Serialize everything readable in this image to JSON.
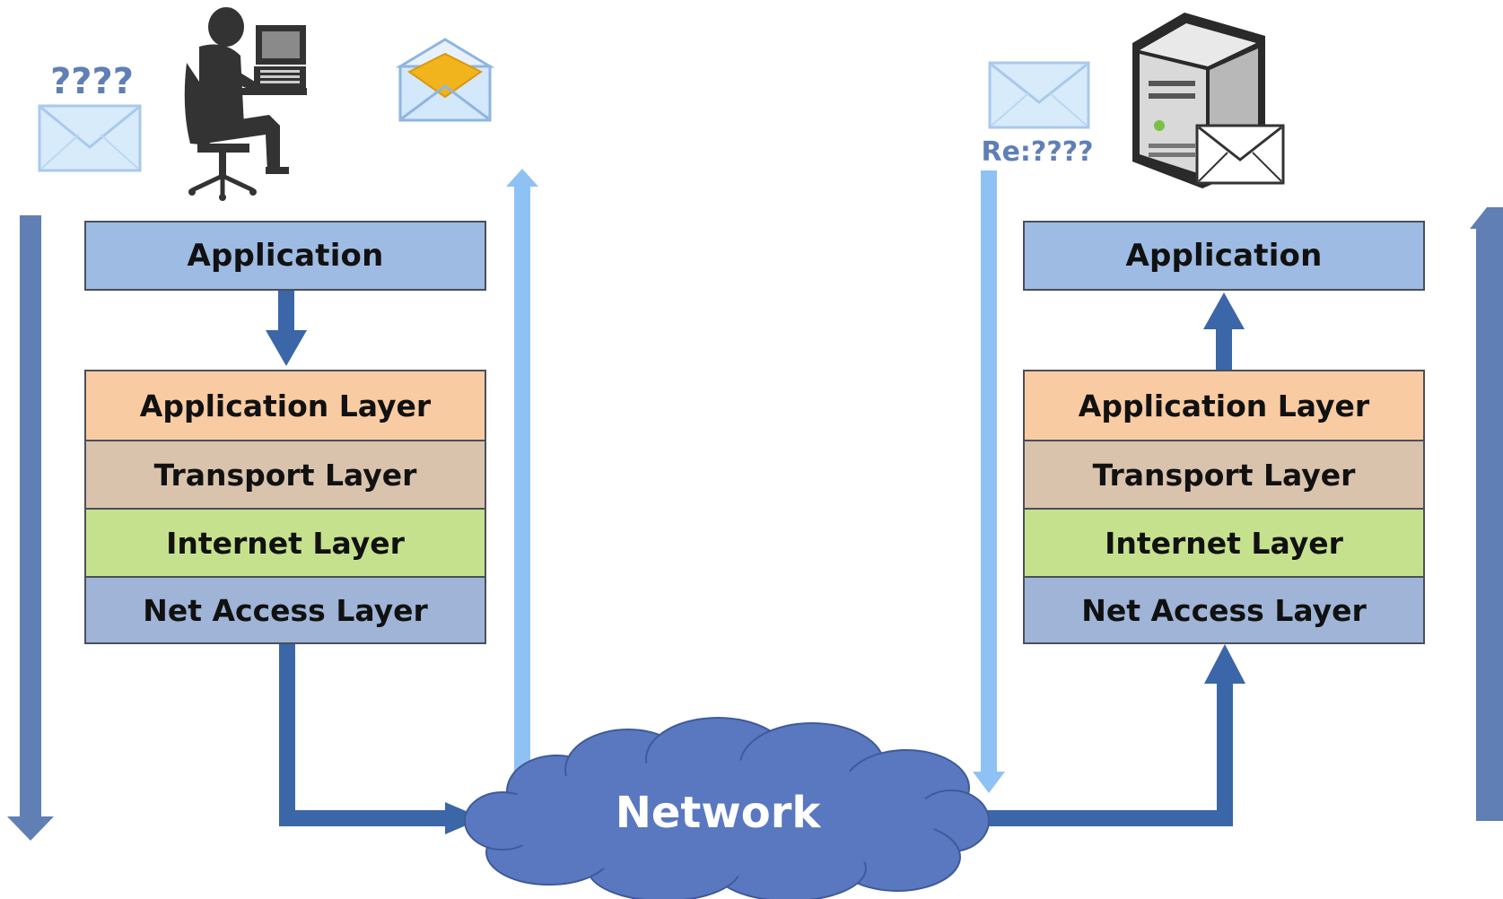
{
  "left_stack": {
    "app_box": "Application",
    "layers": [
      "Application Layer",
      "Transport Layer",
      "Internet Layer",
      "Net Access Layer"
    ]
  },
  "right_stack": {
    "app_box": "Application",
    "layers": [
      "Application Layer",
      "Transport Layer",
      "Internet Layer",
      "Net Access Layer"
    ]
  },
  "labels": {
    "unknown_message": "????",
    "reply_message": "Re:????",
    "network": "Network"
  },
  "icons": {
    "user": "person-at-computer-icon",
    "outgoing_mail": "envelope-icon",
    "received_mail": "open-envelope-icon",
    "reply_mail": "envelope-icon",
    "server": "mail-server-icon"
  },
  "colors": {
    "app_box": "#9dbbe3",
    "application_layer": "#f8cba3",
    "transport_layer": "#d9c3ad",
    "internet_layer": "#c6e18d",
    "net_access_layer": "#9fb4d6",
    "dark_arrow": "#3b66a8",
    "light_arrow": "#8fc2f4",
    "side_arrow": "#5f7fb5",
    "cloud": "#5a78c0"
  }
}
